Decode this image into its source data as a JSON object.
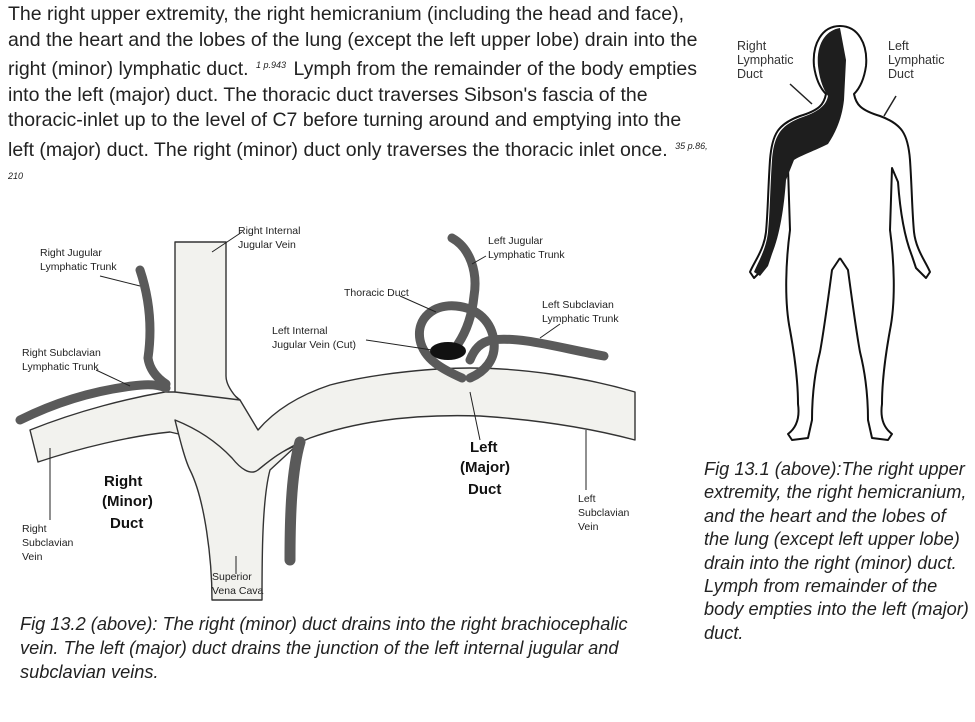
{
  "intro": {
    "text": "The right upper extremity, the right hemicranium (including the head and face), and the heart and the lobes of the lung (except the left upper lobe) drain into the right (minor) lymphatic duct.",
    "cite1": "1 p.943",
    "text2": "Lymph from the remainder of the body empties into the left (major) duct. The thoracic duct traverses Sibson's fascia of the thoracic-inlet up to the level of C7 before turning around and emptying into the left (major) duct. The right (minor) duct only traverses the thoracic inlet once.",
    "cite2": "35 p.86, 210"
  },
  "fig1": {
    "label_right_1": "Right",
    "label_right_2": "Lymphatic",
    "label_right_3": "Duct",
    "label_left_1": "Left",
    "label_left_2": "Lymphatic",
    "label_left_3": "Duct",
    "caption": "Fig 13.1 (above):The right upper extremity, the right hemicranium, and the heart and the lobes of the lung (except left upper lobe) drain into the right (minor) duct. Lymph from remainder of the body empties into the left (major) duct."
  },
  "fig2": {
    "right_jugular_1": "Right Jugular",
    "right_jugular_2": "Lymphatic Trunk",
    "right_internal_1": "Right Internal",
    "right_internal_2": "Jugular Vein",
    "thoracic_duct": "Thoracic Duct",
    "left_jugular_1": "Left Jugular",
    "left_jugular_2": "Lymphatic Trunk",
    "left_subclavian_trunk_1": "Left Subclavian",
    "left_subclavian_trunk_2": "Lymphatic Trunk",
    "left_internal_1": "Left Internal",
    "left_internal_2": "Jugular Vein (Cut)",
    "right_subclavian_trunk_1": "Right Subclavian",
    "right_subclavian_trunk_2": "Lymphatic Trunk",
    "left_major_1": "Left",
    "left_major_2": "(Major)",
    "left_major_3": "Duct",
    "right_minor_1": "Right",
    "right_minor_2": "(Minor)",
    "right_minor_3": "Duct",
    "left_subclavian_vein_1": "Left",
    "left_subclavian_vein_2": "Subclavian",
    "left_subclavian_vein_3": "Vein",
    "right_subclavian_vein_1": "Right",
    "right_subclavian_vein_2": "Subclavian",
    "right_subclavian_vein_3": "Vein",
    "svc_1": "Superior",
    "svc_2": "Vena Cava",
    "caption": "Fig 13.2 (above): The right (minor) duct drains into the right brachiocephalic vein. The left (major) duct drains the junction of the left internal jugular and subclavian veins."
  }
}
